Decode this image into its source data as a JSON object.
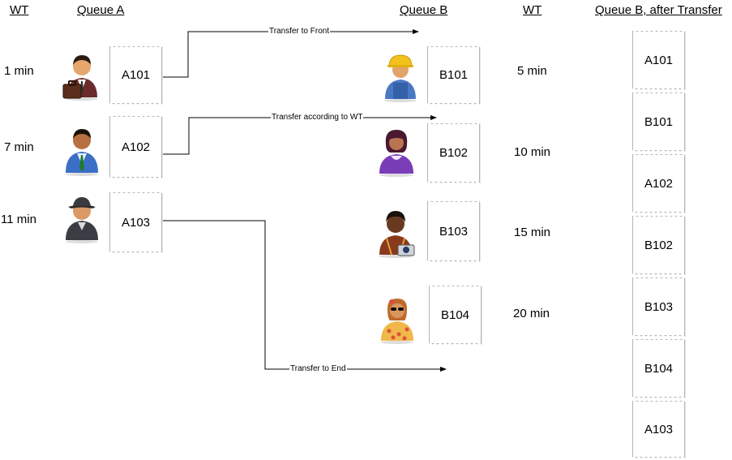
{
  "headers": {
    "wt_left": "WT",
    "queue_a": "Queue A",
    "queue_b": "Queue B",
    "wt_right": "WT",
    "queue_b_after": "Queue B, after Transfer"
  },
  "queue_a": [
    {
      "id": "A101",
      "wait": "1 min",
      "icon": "businessman-briefcase-icon"
    },
    {
      "id": "A102",
      "wait": "7 min",
      "icon": "businessman-green-tie-icon"
    },
    {
      "id": "A103",
      "wait": "11 min",
      "icon": "man-hat-icon"
    }
  ],
  "queue_b": [
    {
      "id": "B101",
      "wait": "5 min",
      "icon": "construction-worker-icon"
    },
    {
      "id": "B102",
      "wait": "10 min",
      "icon": "woman-purple-icon"
    },
    {
      "id": "B103",
      "wait": "15 min",
      "icon": "tourist-camera-icon"
    },
    {
      "id": "B104",
      "wait": "20 min",
      "icon": "woman-sunglasses-icon"
    }
  ],
  "transfers": {
    "front": "Transfer to Front",
    "wt": "Transfer according to WT",
    "end": "Transfer to End"
  },
  "queue_b_after": [
    "A101",
    "B101",
    "A102",
    "B102",
    "B103",
    "B104",
    "A103"
  ]
}
